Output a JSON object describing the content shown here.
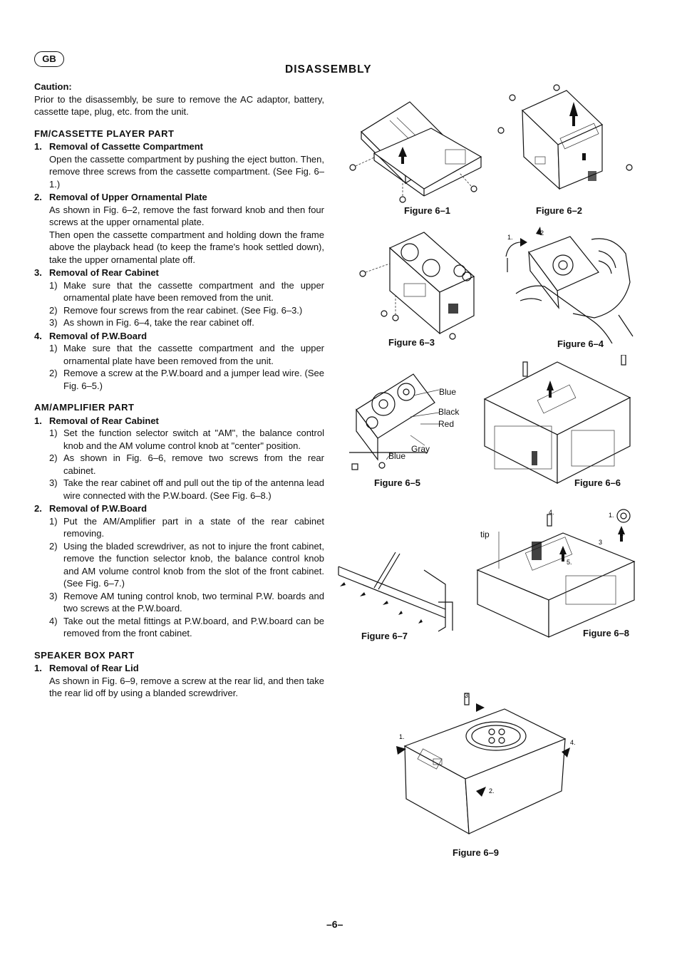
{
  "header": {
    "badge": "GB",
    "title": "DISASSEMBLY"
  },
  "caution": {
    "title": "Caution:",
    "text": "Prior to the disassembly, be sure to remove the AC adaptor, battery, cassette tape, plug, etc. from the unit."
  },
  "fm": {
    "title": "FM/CASSETTE PLAYER PART",
    "items": [
      {
        "num": "1.",
        "title": "Removal of Cassette Compartment",
        "text": "Open the cassette compartment by pushing the eject button. Then, remove three screws from the cassette compartment. (See Fig. 6–1.)"
      },
      {
        "num": "2.",
        "title": "Removal of Upper Ornamental Plate",
        "text": "As shown in Fig. 6–2, remove the fast forward knob and then four screws at the upper ornamental plate.",
        "text2": "Then open the cassette compartment and holding down the frame above the playback head (to keep the frame's hook settled down), take the upper ornamental plate off."
      },
      {
        "num": "3.",
        "title": "Removal of Rear Cabinet",
        "steps": [
          {
            "num": "1)",
            "text": "Make sure that the cassette compartment and the upper ornamental plate have been removed from the unit."
          },
          {
            "num": "2)",
            "text": "Remove four screws from the rear cabinet. (See Fig. 6–3.)"
          },
          {
            "num": "3)",
            "text": "As shown in Fig. 6–4, take the rear cabinet off."
          }
        ]
      },
      {
        "num": "4.",
        "title": "Removal of P.W.Board",
        "steps": [
          {
            "num": "1)",
            "text": "Make sure that the cassette compartment and the upper ornamental plate have been removed from the unit."
          },
          {
            "num": "2)",
            "text": "Remove a screw at the P.W.board and a jumper lead wire. (See Fig. 6–5.)"
          }
        ]
      }
    ]
  },
  "am": {
    "title": "AM/AMPLIFIER PART",
    "items": [
      {
        "num": "1.",
        "title": "Removal of Rear Cabinet",
        "steps": [
          {
            "num": "1)",
            "text": "Set the function selector switch at \"AM\", the balance control knob and the AM volume control knob at \"center\" position."
          },
          {
            "num": "2)",
            "text": "As shown in Fig. 6–6, remove two screws from the rear cabinet."
          },
          {
            "num": "3)",
            "text": "Take the rear cabinet off and pull out the tip of the antenna lead wire connected with the P.W.board. (See Fig. 6–8.)"
          }
        ]
      },
      {
        "num": "2.",
        "title": "Removal of P.W.Board",
        "steps": [
          {
            "num": "1)",
            "text": "Put the AM/Amplifier part in a state of the rear cabinet removing."
          },
          {
            "num": "2)",
            "text": "Using the bladed screwdriver, as not to injure the front cabinet, remove the function selector knob, the balance control knob and AM volume control knob from the slot of the front cabinet. (See Fig. 6–7.)"
          },
          {
            "num": "3)",
            "text": "Remove AM tuning control knob, two terminal P.W. boards and two screws at the P.W.board."
          },
          {
            "num": "4)",
            "text": "Take out the metal fittings at P.W.board, and P.W.board can be removed from the front cabinet."
          }
        ]
      }
    ]
  },
  "speaker": {
    "title": "SPEAKER BOX PART",
    "items": [
      {
        "num": "1.",
        "title": "Removal of Rear Lid",
        "text": "As shown in Fig. 6–9, remove a screw at the rear lid, and then take the rear lid off by using a blanded screwdriver."
      }
    ]
  },
  "figures": {
    "f61": "Figure 6–1",
    "f62": "Figure 6–2",
    "f63": "Figure 6–3",
    "f64": "Figure 6–4",
    "f65": "Figure 6–5",
    "f66": "Figure 6–6",
    "f67": "Figure 6–7",
    "f68": "Figure 6–8",
    "f69": "Figure 6–9"
  },
  "wires": {
    "blue1": "Blue",
    "black": "Black",
    "red": "Red",
    "gray": "Gray",
    "blue2": "Blue"
  },
  "callouts": {
    "tip": "tip",
    "n1": "1.",
    "n2": "2",
    "n3": "3",
    "n4": "4.",
    "n5": "5.",
    "n2b": "2.",
    "n3b": "3.",
    "n4b": "4.",
    "n1b": "1.",
    "n1c": "1.",
    "n2c": "2"
  },
  "footer": {
    "page": "–6–"
  }
}
